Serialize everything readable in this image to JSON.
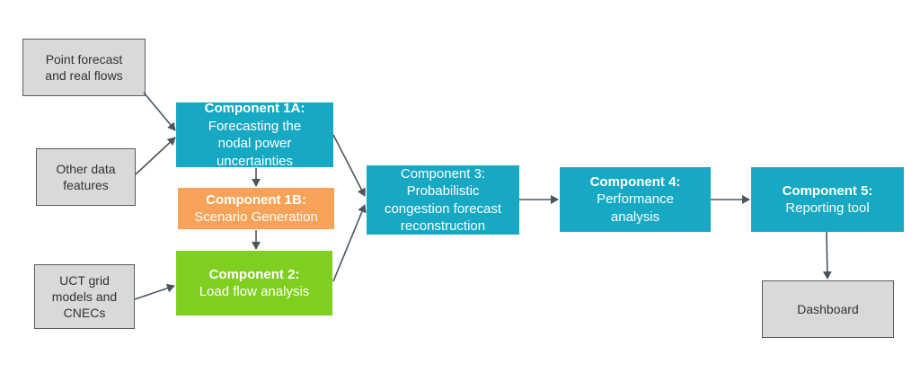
{
  "inputs": {
    "point_forecast": [
      "Point forecast",
      "and real flows"
    ],
    "other_data": [
      "Other data",
      "features"
    ],
    "uct_grid": [
      "UCT grid",
      "models and",
      "CNECs"
    ]
  },
  "components": {
    "c1a": {
      "title": "Component 1A:",
      "lines": [
        "Forecasting the",
        "nodal power",
        "uncertainties"
      ]
    },
    "c1b": {
      "title": "Component 1B:",
      "lines": [
        "Scenario Generation"
      ]
    },
    "c2": {
      "title": "Component 2:",
      "lines": [
        "Load flow analysis"
      ]
    },
    "c3": {
      "lines": [
        "Component 3:",
        "Probabilistic",
        "congestion forecast",
        "reconstruction"
      ]
    },
    "c4": {
      "title": "Component 4:",
      "lines": [
        "Performance",
        "analysis"
      ]
    },
    "c5": {
      "title": "Component 5:",
      "lines": [
        "Reporting tool"
      ]
    }
  },
  "output": {
    "dashboard": "Dashboard"
  },
  "colors": {
    "input_fill": "#d9d9d9",
    "input_border": "#555d66",
    "teal": "#17a9c4",
    "orange": "#f6a258",
    "green": "#7fcf1e",
    "arrow": "#4a5560"
  }
}
